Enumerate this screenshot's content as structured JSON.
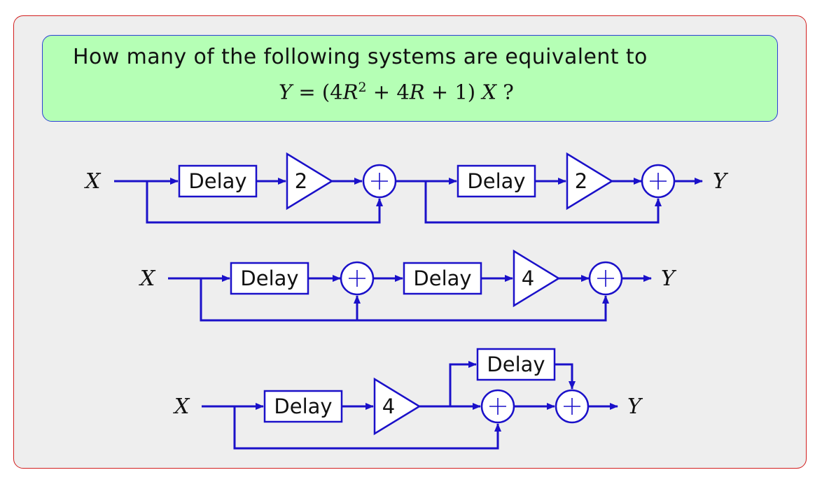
{
  "question": {
    "line1": "How many of the following systems are equivalent to",
    "eq_y": "Y",
    "eq_mid": " = (4",
    "eq_r": "R",
    "eq_sq": "2",
    "eq_mid2": " + 4",
    "eq_r2": "R",
    "eq_end": " + 1) ",
    "eq_x": "X",
    "eq_q": "   ?"
  },
  "labels": {
    "input": "X",
    "output": "Y",
    "delay": "Delay",
    "gain2": "2",
    "gain4": "4",
    "plus": "+"
  },
  "colors": {
    "frame_border": "#d21e1e",
    "frame_fill": "#eeeeee",
    "question_fill": "#b5ffb5",
    "question_border": "#2a3fd6",
    "wire": "#1a10c9"
  }
}
